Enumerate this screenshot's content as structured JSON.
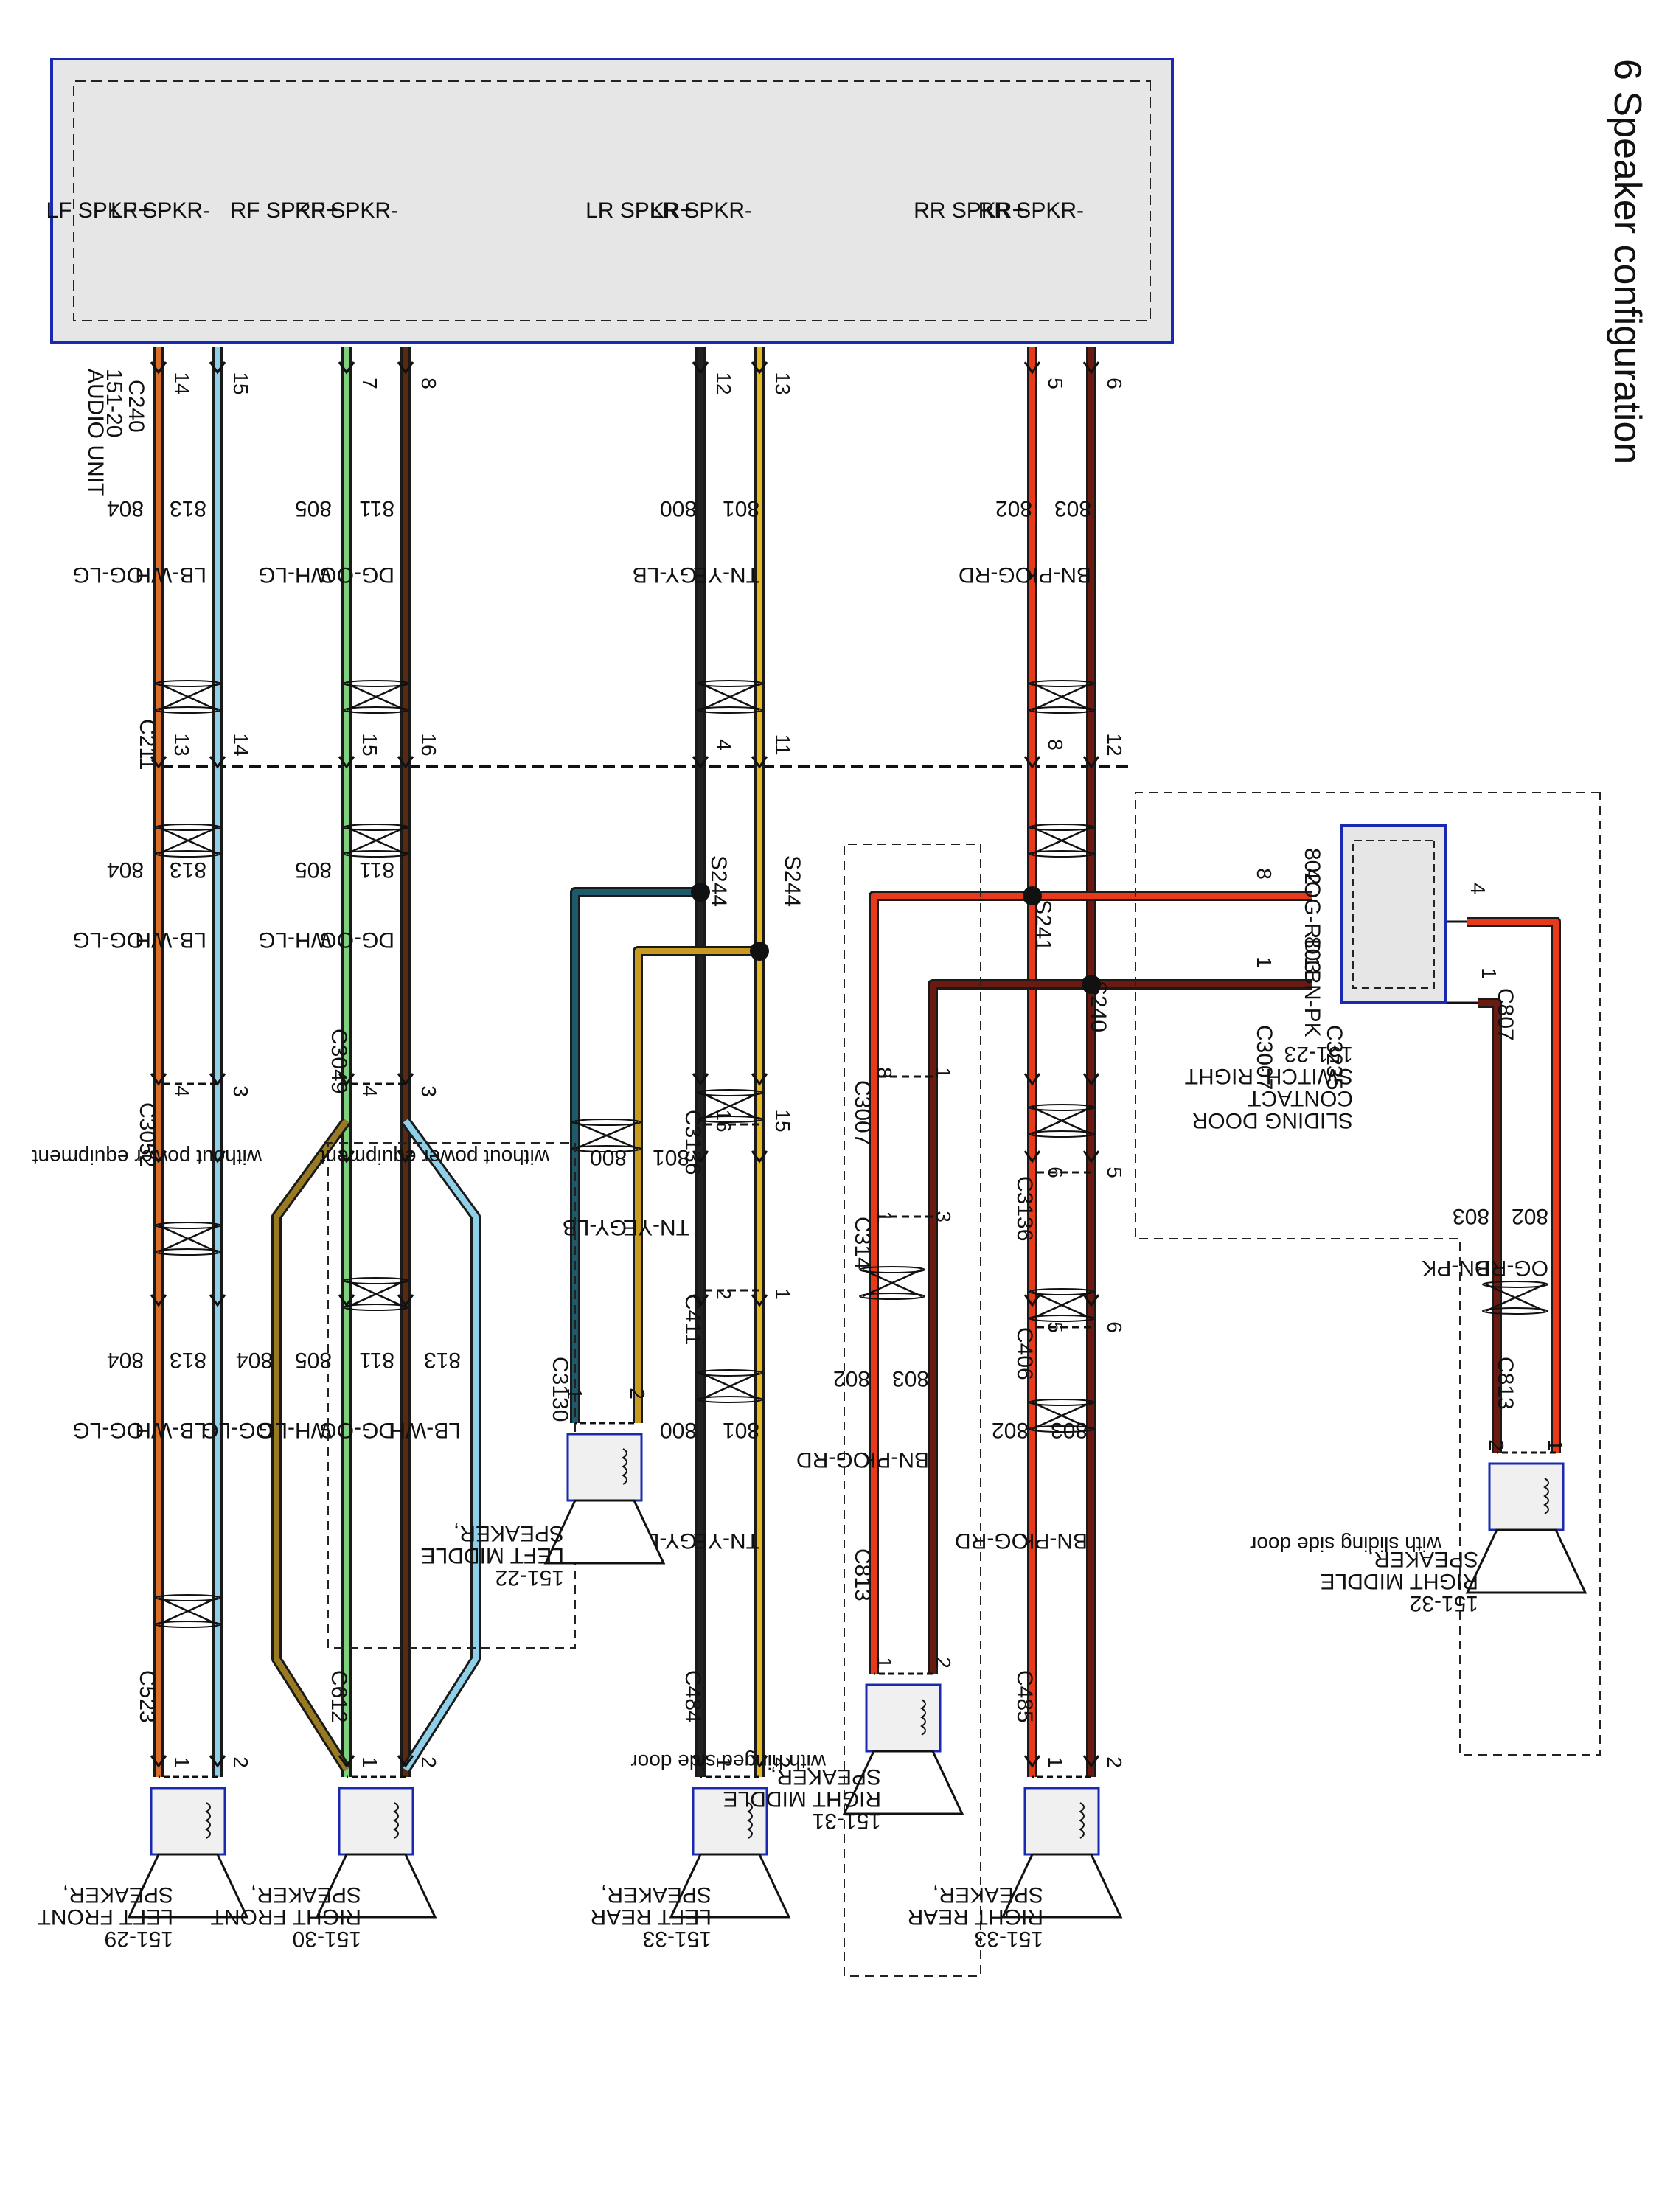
{
  "title": "6 Speaker configuration",
  "audio_unit": {
    "name": "AUDIO UNIT",
    "ref": "151-20",
    "connector": "C240"
  },
  "terminals": [
    "LF SPKR+",
    "LF SPKR-",
    "RF SPKR+",
    "RF SPKR-",
    "LR SPKR+",
    "LR SPKR-",
    "RR SPKR+",
    "RR SPKR-"
  ],
  "wires": [
    {
      "circuit": "804",
      "color_code": "OG-LG",
      "pin": "14",
      "c211_pin": "13",
      "c3052_pin": "4",
      "speaker_pin": "1",
      "color": "#d8702a"
    },
    {
      "circuit": "813",
      "color_code": "LB-WH",
      "pin": "15",
      "c211_pin": "14",
      "c3052_pin": "3",
      "speaker_pin": "2",
      "color": "#8fd0e8"
    },
    {
      "circuit": "805",
      "color_code": "WH-LG",
      "pin": "7",
      "c211_pin": "15",
      "c3049_pin": "4",
      "speaker_pin": "1",
      "color": "#7fd07f"
    },
    {
      "circuit": "811",
      "color_code": "DG-OG",
      "pin": "8",
      "c211_pin": "16",
      "c3049_pin": "3",
      "speaker_pin": "2",
      "color": "#5a2a10"
    },
    {
      "circuit": "800",
      "color_code": "GY-LB",
      "pin": "12",
      "c211_pin": "4",
      "c3136_pin": "16",
      "c411_pin": "2",
      "speaker_pin": "1",
      "color": "#222222"
    },
    {
      "circuit": "801",
      "color_code": "TN-YE",
      "pin": "13",
      "c211_pin": "11",
      "c3136_pin": "15",
      "c411_pin": "1",
      "speaker_pin": "2",
      "color": "#e8b820"
    },
    {
      "circuit": "802",
      "color_code": "OG-RD",
      "pin": "5",
      "c211_pin": "8",
      "c3136_pin": "6",
      "c406_pin": "5",
      "speaker_pin": "1",
      "color": "#e83a1a"
    },
    {
      "circuit": "803",
      "color_code": "BN-PK",
      "pin": "6",
      "c211_pin": "12",
      "c3136_pin": "5",
      "c406_pin": "6",
      "speaker_pin": "2",
      "color": "#6a1a10"
    }
  ],
  "connectors": {
    "c211": "C211",
    "c3052": "C3052",
    "c3049": "C3049",
    "c523": "C523",
    "c612": "C612",
    "c3136": "C3136",
    "c411": "C411",
    "c484": "C484",
    "c406": "C406",
    "c485": "C485",
    "c3007": "C3007",
    "c314": "C314",
    "c813": "C813",
    "c3130": "C3130",
    "c3235": "C3235",
    "c807": "C807"
  },
  "splices": {
    "s244": "S244",
    "s241": "S241",
    "s240": "S240"
  },
  "notes": {
    "without_power": "without power equipment",
    "hinged": "with hinged side door",
    "sliding": "with sliding side door"
  },
  "speakers": {
    "lf": {
      "line1": "SPEAKER,",
      "line2": "LEFT FRONT",
      "ref": "151-29"
    },
    "rf": {
      "line1": "SPEAKER,",
      "line2": "RIGHT FRONT",
      "ref": "151-30"
    },
    "lr": {
      "line1": "SPEAKER,",
      "line2": "LEFT REAR",
      "ref": "151-33"
    },
    "rm_hinged": {
      "line1": "SPEAKER,",
      "line2": "RIGHT MIDDLE",
      "ref": "151-31"
    },
    "rr": {
      "line1": "SPEAKER,",
      "line2": "RIGHT REAR",
      "ref": "151-33"
    },
    "lm": {
      "line1": "SPEAKER,",
      "line2": "LEFT MIDDLE",
      "ref": "151-22"
    },
    "rm_sliding": {
      "line1": "SPEAKER,",
      "line2": "RIGHT MIDDLE",
      "ref": "151-32"
    }
  },
  "switch": {
    "line1": "SLIDING DOOR",
    "line2": "CONTACT",
    "line3": "SWITCH, RIGHT",
    "ref": "151-23"
  },
  "misc": {
    "pin1": "1",
    "pin2": "2",
    "pin3": "3",
    "pin4": "4",
    "pin8": "8",
    "w802": "802",
    "w803": "803",
    "og_rd": "OG-RD",
    "bn_pk": "BN-PK",
    "w800": "800",
    "w801": "801",
    "gy_lb": "GY-LB",
    "tn_ye": "TN-YE",
    "w804": "804",
    "w805": "805",
    "w811": "811",
    "w813": "813",
    "og_lg": "OG-LG",
    "wh_lg": "WH-LG",
    "dg_og": "DG-OG",
    "lb_wh": "LB-WH"
  }
}
